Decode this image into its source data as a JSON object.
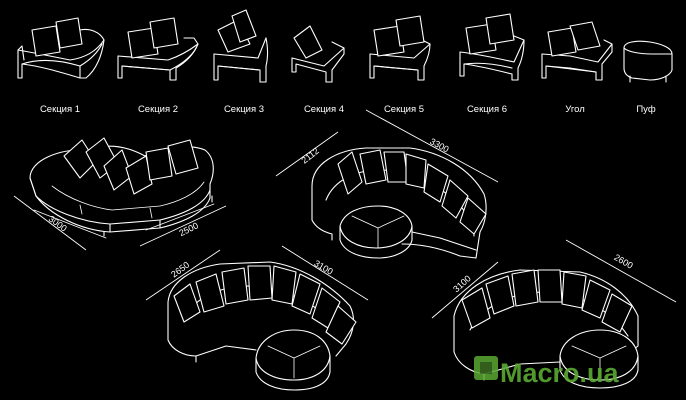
{
  "sections": [
    {
      "label": "Секция 1"
    },
    {
      "label": "Секция 2"
    },
    {
      "label": "Секция 3"
    },
    {
      "label": "Секция 4"
    },
    {
      "label": "Секция 5"
    },
    {
      "label": "Секция 6"
    },
    {
      "label": "Угол"
    },
    {
      "label": "Пуф"
    }
  ],
  "configurations": [
    {
      "dims": [
        "3000",
        "2500"
      ]
    },
    {
      "dims": [
        "2112",
        "3300"
      ]
    },
    {
      "dims": [
        "2650",
        "3100"
      ]
    },
    {
      "dims": [
        "3100",
        "2600"
      ]
    }
  ],
  "watermark": {
    "text": "Macro.ua",
    "color": "#5aa832"
  }
}
